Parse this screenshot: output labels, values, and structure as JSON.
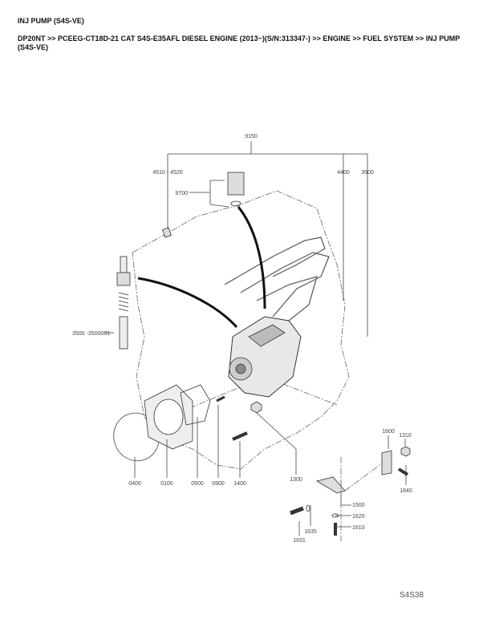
{
  "header": {
    "title": "INJ PUMP (S4S-VE)",
    "breadcrumb": "DP20NT >> PCEEG-CT18D-21 CAT S4S-E35AFL DIESEL ENGINE (2013~)(S/N:313347-) >> ENGINE >> FUEL SYSTEM >> INJ PUMP (S4S-VE)"
  },
  "diagram": {
    "callouts": {
      "c9150": "9150",
      "c4510": "4510 - 4520",
      "c4400": "4400",
      "c3500a": "3500",
      "c9700": "9700",
      "c3500b": "3500 -3500001",
      "c0400": "0400",
      "c0100": "0100",
      "c0500": "0500",
      "c0900": "0900",
      "c1400": "1400",
      "c1300": "1300",
      "c1600": "1600",
      "c1310": "1310",
      "c1640": "1640",
      "c1500": "1500",
      "c1620": "1620",
      "c1610": "1610",
      "c1635": "1635",
      "c1631": "1631"
    },
    "figure_code": "S4S38"
  }
}
